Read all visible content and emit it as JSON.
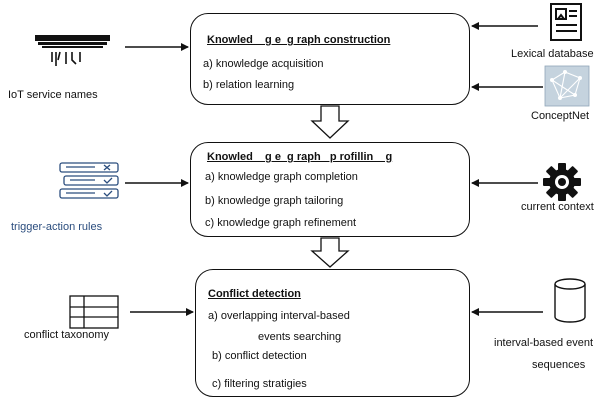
{
  "stage1": {
    "title": "Knowled    g e  g raph construction",
    "items": [
      "a) knowledge acquisition",
      "b) relation learning"
    ]
  },
  "stage2": {
    "title": "Knowled    g e  g raph   p rofillin    g",
    "items": [
      "a) knowledge graph completion",
      "b) knowledge graph tailoring",
      "c) knowledge graph refinement"
    ]
  },
  "stage3": {
    "title": "Conflict detection",
    "items": [
      "a) overlapping interval-based",
      "events searching",
      "b) conflict detection",
      "c) filtering stratigies"
    ]
  },
  "inputs_left": {
    "iot": "IoT service names",
    "rules": "trigger-action rules",
    "taxonomy": "conflict taxonomy"
  },
  "inputs_right": {
    "lexical": "Lexical database",
    "conceptnet": "ConceptNet",
    "context": "current context",
    "interval_line1": "interval-based event",
    "interval_line2": "sequences"
  },
  "colors": {
    "line": "#111111",
    "rules_label": "#2b4d7e",
    "conceptnet_icon": "#8fa6b8"
  },
  "icons": [
    "iot-device-icon",
    "rules-checklist-icon",
    "taxonomy-table-icon",
    "lexical-database-icon",
    "conceptnet-graph-icon",
    "gear-icon",
    "database-cylinder-icon"
  ]
}
